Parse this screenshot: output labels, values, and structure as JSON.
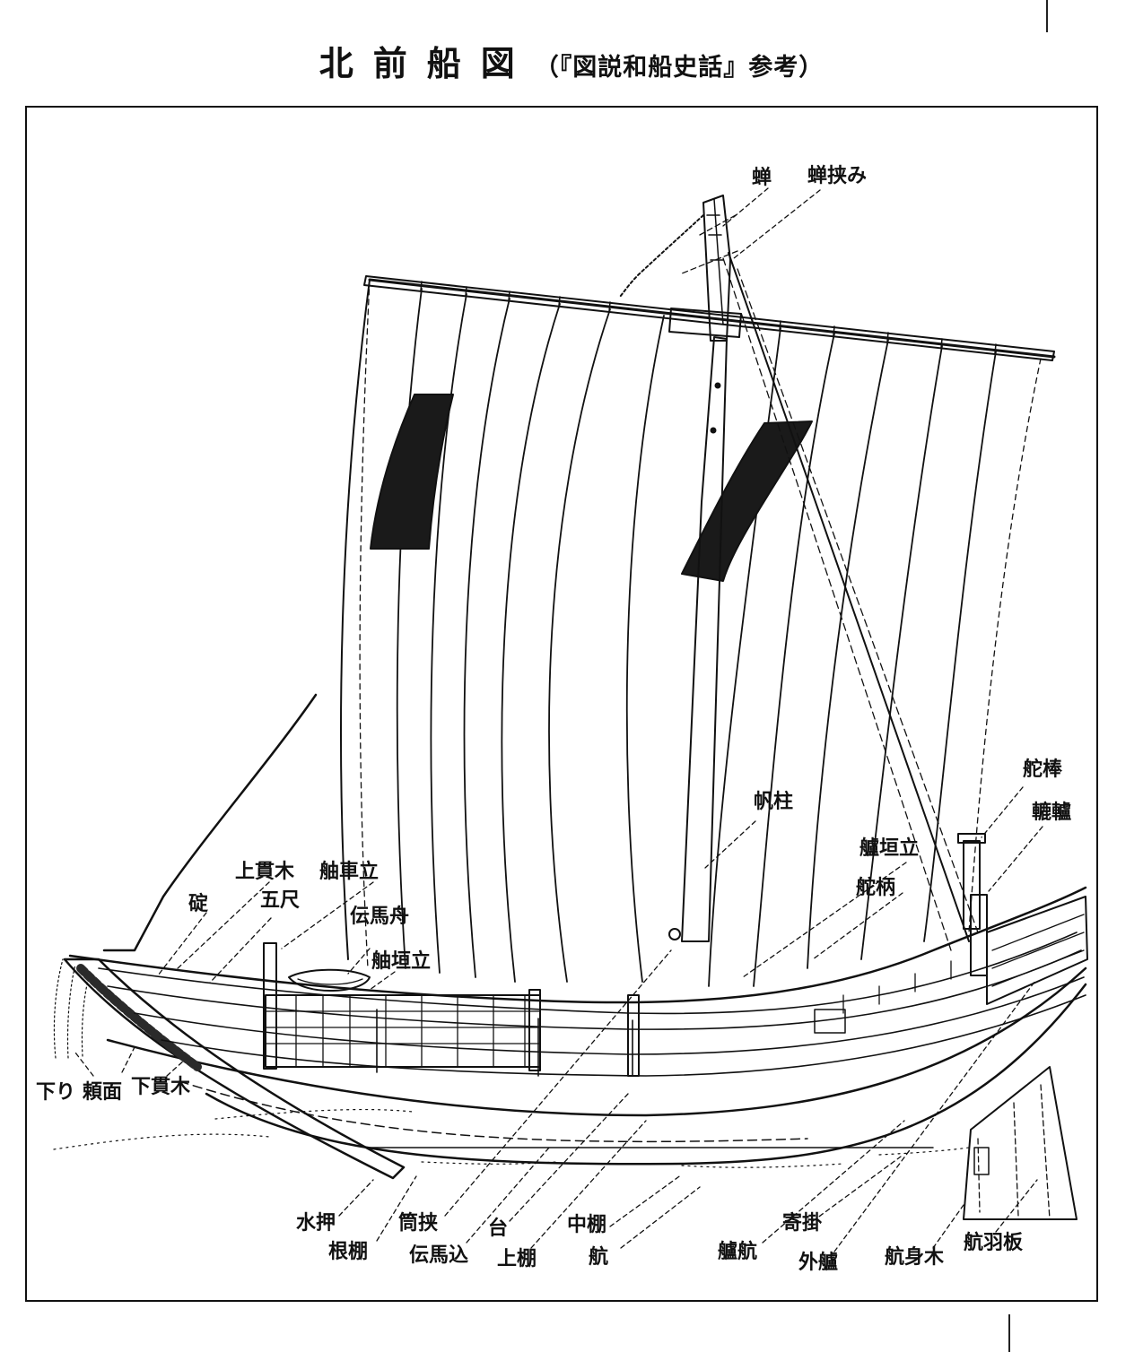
{
  "title": {
    "main": "北前船図",
    "sub": "（『図説和船史話』参考）"
  },
  "labels": {
    "semi": "蝉",
    "semi_hasami": "蝉挟み",
    "hobashira": "帆柱",
    "dabo": "舵棒",
    "rokuro": "轆轤",
    "toriigaki_tate": "艫垣立",
    "dagara": "舵柄",
    "uwanuki": "上貫木",
    "jikuruma_tate": "舳車立",
    "goshaku": "五尺",
    "ikari": "碇",
    "temmabune": "伝馬舟",
    "jikugaki_tate": "舳垣立",
    "sagari": "下り",
    "tsurano": "頼面",
    "shitanuki": "下貫木",
    "mizuoshi": "水押",
    "netana": "根棚",
    "tsutsuhasami": "筒挟",
    "temmagome": "伝馬込",
    "dai": "台",
    "uwatana": "上棚",
    "nakatana": "中棚",
    "kawara": "航",
    "tomokawara": "艫航",
    "yorikake": "寄掛",
    "sotodomo": "外艫",
    "kawaramiki": "航身木",
    "kawarahaita": "航羽板"
  }
}
